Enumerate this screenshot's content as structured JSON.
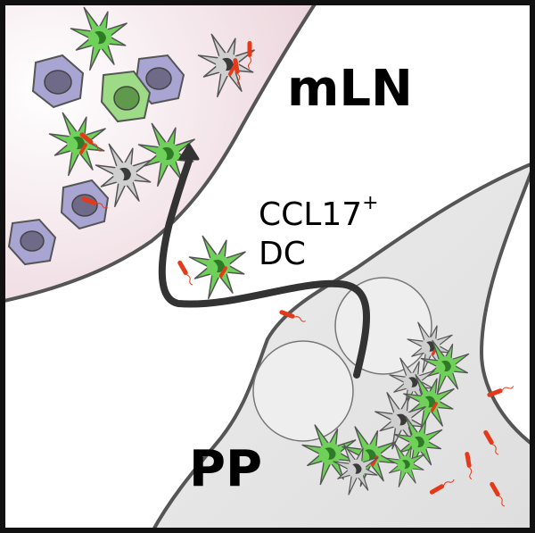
{
  "labels": {
    "mln": "mLN",
    "pp": "PP",
    "dc_line1": "CCL17",
    "dc_sup": "+",
    "dc_line2": "DC"
  },
  "colors": {
    "frame": "#000000",
    "mln_tissue": "#f3e6ea",
    "pp_tissue": "#e6e6e6",
    "follicle": "#ececec",
    "dc_green": "#6fd05a",
    "dc_dark": "#2f7a27",
    "dc_grey": "#cfcfcf",
    "lymphocyte": "#a7a3cf",
    "bacteria": "#e23a1a",
    "arrow": "#333333"
  },
  "icons": [
    "ccl17-positive-dc-icon",
    "ccl17-negative-dc-icon",
    "lymphocyte-icon",
    "bacterium-icon",
    "migration-arrow-icon"
  ]
}
